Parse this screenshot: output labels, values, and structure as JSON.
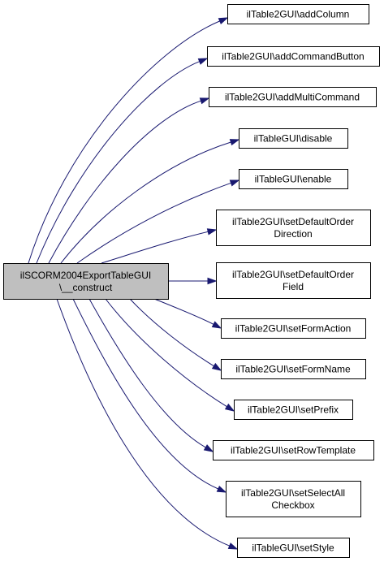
{
  "root": {
    "lines": [
      "ilSCORM2004ExportTableGUI",
      "\\__construct"
    ]
  },
  "callees": [
    {
      "lines": [
        "ilTable2GUI\\addColumn"
      ]
    },
    {
      "lines": [
        "ilTable2GUI\\addCommandButton"
      ]
    },
    {
      "lines": [
        "ilTable2GUI\\addMultiCommand"
      ]
    },
    {
      "lines": [
        "ilTableGUI\\disable"
      ]
    },
    {
      "lines": [
        "ilTableGUI\\enable"
      ]
    },
    {
      "lines": [
        "ilTable2GUI\\setDefaultOrder",
        "Direction"
      ]
    },
    {
      "lines": [
        "ilTable2GUI\\setDefaultOrder",
        "Field"
      ]
    },
    {
      "lines": [
        "ilTable2GUI\\setFormAction"
      ]
    },
    {
      "lines": [
        "ilTable2GUI\\setFormName"
      ]
    },
    {
      "lines": [
        "ilTable2GUI\\setPrefix"
      ]
    },
    {
      "lines": [
        "ilTable2GUI\\setRowTemplate"
      ]
    },
    {
      "lines": [
        "ilTable2GUI\\setSelectAll",
        "Checkbox"
      ]
    },
    {
      "lines": [
        "ilTableGUI\\setStyle"
      ]
    }
  ],
  "colors": {
    "edge": "#191970",
    "root_fill": "#bfbfbf",
    "node_fill": "#ffffff",
    "border": "#000000"
  }
}
